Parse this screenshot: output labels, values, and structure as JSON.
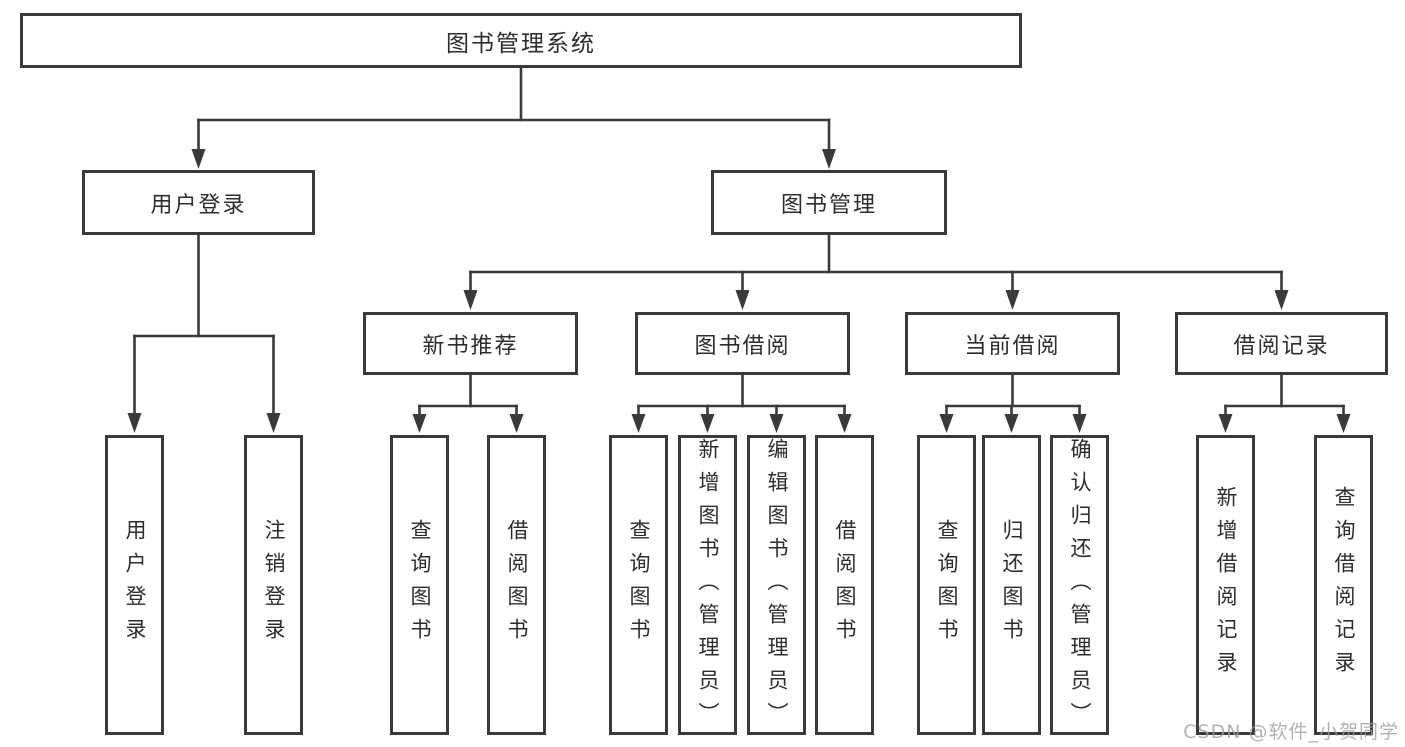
{
  "diagram": {
    "root": "图书管理系统",
    "branches": [
      {
        "label": "用户登录",
        "leaves": [
          "用户登录",
          "注销登录"
        ]
      },
      {
        "label": "图书管理",
        "children": [
          {
            "label": "新书推荐",
            "leaves": [
              "查询图书",
              "借阅图书"
            ]
          },
          {
            "label": "图书借阅",
            "leaves": [
              "查询图书",
              "新增图书（管理员）",
              "编辑图书（管理员）",
              "借阅图书"
            ]
          },
          {
            "label": "当前借阅",
            "leaves": [
              "查询图书",
              "归还图书",
              "确认归还（管理员）"
            ]
          },
          {
            "label": "借阅记录",
            "leaves": [
              "新增借阅记录",
              "查询借阅记录"
            ]
          }
        ]
      }
    ]
  },
  "watermark": {
    "text": "CSDN @软件_小贺同学"
  },
  "colors": {
    "line": "#3a3a3a",
    "text": "#2d2d2d",
    "box_background": "#ffffff",
    "watermark": "#9e9e9e",
    "background": "#ffffff"
  }
}
